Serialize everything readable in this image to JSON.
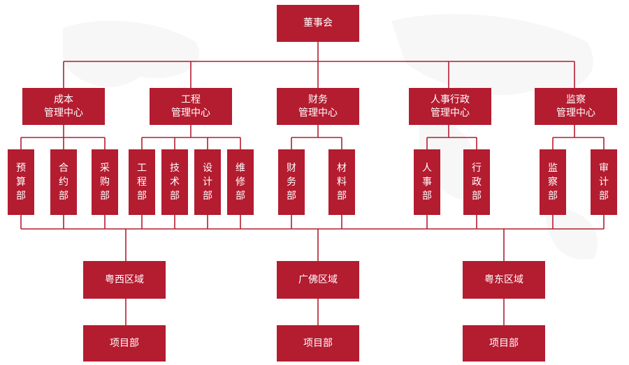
{
  "board": {
    "label": "董事会"
  },
  "centers": [
    {
      "id": "cost",
      "label": "成本\n管理中心"
    },
    {
      "id": "eng",
      "label": "工程\n管理中心"
    },
    {
      "id": "fin",
      "label": "财务\n管理中心"
    },
    {
      "id": "hr",
      "label": "人事行政\n管理中心"
    },
    {
      "id": "audit",
      "label": "监察\n管理中心"
    }
  ],
  "departments": [
    {
      "center": "cost",
      "label": "预\n算\n部"
    },
    {
      "center": "cost",
      "label": "合\n约\n部"
    },
    {
      "center": "cost",
      "label": "采\n购\n部"
    },
    {
      "center": "eng",
      "label": "工\n程\n部"
    },
    {
      "center": "eng",
      "label": "技\n术\n部"
    },
    {
      "center": "eng",
      "label": "设\n计\n部"
    },
    {
      "center": "eng",
      "label": "维\n修\n部"
    },
    {
      "center": "fin",
      "label": "财\n务\n部"
    },
    {
      "center": "fin",
      "label": "材\n料\n部"
    },
    {
      "center": "hr",
      "label": "人\n事\n部"
    },
    {
      "center": "hr",
      "label": "行\n政\n部"
    },
    {
      "center": "audit",
      "label": "监\n察\n部"
    },
    {
      "center": "audit",
      "label": "审\n计\n部"
    }
  ],
  "regions": [
    {
      "label": "粤西区域",
      "project": "项目部"
    },
    {
      "label": "广佛区域",
      "project": "项目部"
    },
    {
      "label": "粤东区域",
      "project": "项目部"
    }
  ],
  "colors": {
    "box": "#b41c30",
    "line": "#b41c30",
    "text": "#ffffff"
  }
}
